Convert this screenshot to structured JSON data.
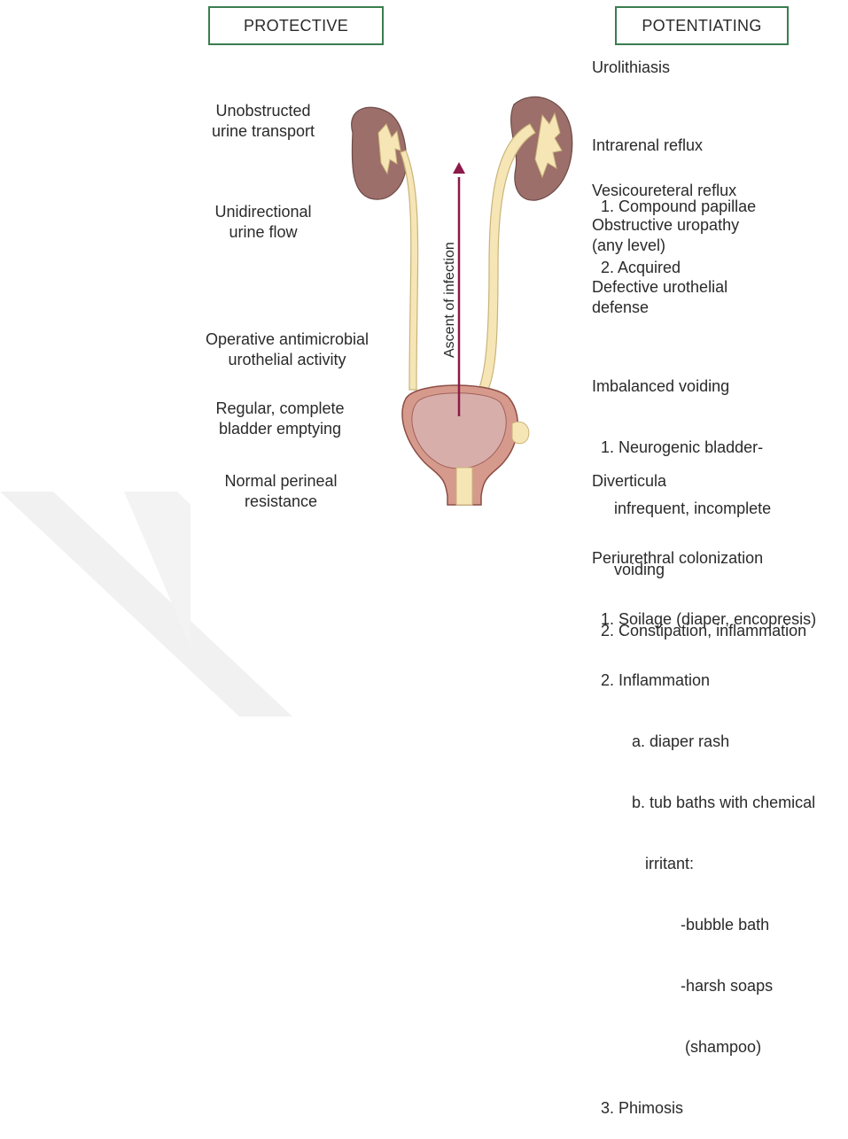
{
  "headers": {
    "protective": "PROTECTIVE",
    "potentiating": "POTENTIATING"
  },
  "protective": [
    "Unobstructed\nurine transport",
    "Unidirectional\nurine flow",
    "Operative antimicrobial\nurothelial activity",
    "Regular, complete\nbladder emptying",
    "Normal perineal\nresistance"
  ],
  "arrow_label": "Ascent of infection",
  "potentiating": {
    "urolithiasis": "Urolithiasis",
    "intrarenal": {
      "title": "Intrarenal reflux",
      "items": [
        "  1. Compound papillae",
        "  2. Acquired"
      ]
    },
    "vesicoureteral": "Vesicoureteral reflux",
    "obstructive": "Obstructive uropathy\n(any level)",
    "defective": "Defective urothelial\ndefense",
    "imbalanced": {
      "title": "Imbalanced voiding",
      "items": [
        "  1. Neurogenic bladder-",
        "     infrequent, incomplete",
        "     voiding",
        "  2. Constipation, inflammation"
      ]
    },
    "diverticula": "Diverticula",
    "periurethral": {
      "title": "Periurethral colonization",
      "items": [
        "  1. Soilage (diaper, encopresis)",
        "  2. Inflammation",
        "         a. diaper rash",
        "         b. tub baths with chemical",
        "            irritant:",
        "                    -bubble bath",
        "                    -harsh soaps",
        "                     (shampoo)",
        "  3. Phimosis"
      ]
    }
  },
  "colors": {
    "header_border": "#3a7d4f",
    "arrow": "#8b1a4a",
    "kidney": "#9c6f6a",
    "ureter": "#f6e6b6",
    "bladder": "#d69a8c",
    "watermark": "#f0f0f0"
  }
}
